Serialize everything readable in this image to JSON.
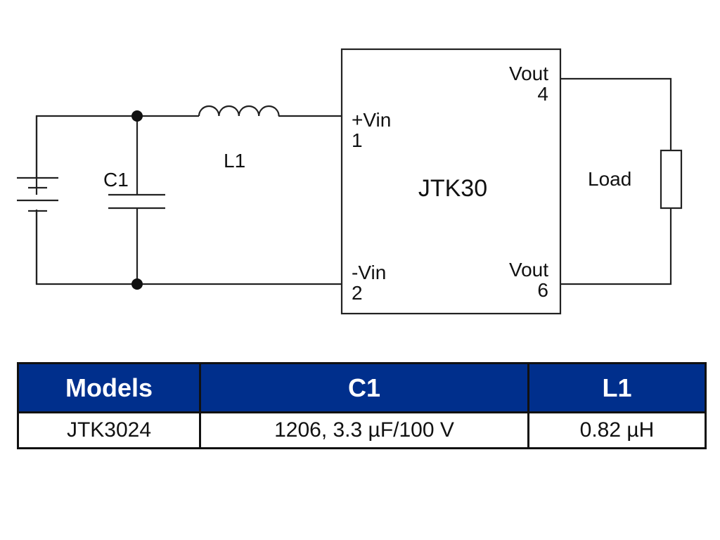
{
  "schematic": {
    "components": {
      "capacitor_label": "C1",
      "inductor_label": "L1",
      "load_label": "Load",
      "module_name": "JTK30"
    },
    "pins": {
      "vin_pos_name": "+Vin",
      "vin_pos_number": "1",
      "vin_neg_name": "-Vin",
      "vin_neg_number": "2",
      "vout_top_name": "Vout",
      "vout_top_number": "4",
      "vout_bottom_name": "Vout",
      "vout_bottom_number": "6"
    }
  },
  "table": {
    "header_color": "#002f8c",
    "columns": [
      "Models",
      "C1",
      "L1"
    ],
    "rows": [
      [
        "JTK3024",
        "1206, 3.3 µF/100 V",
        "0.82 µH"
      ]
    ]
  }
}
